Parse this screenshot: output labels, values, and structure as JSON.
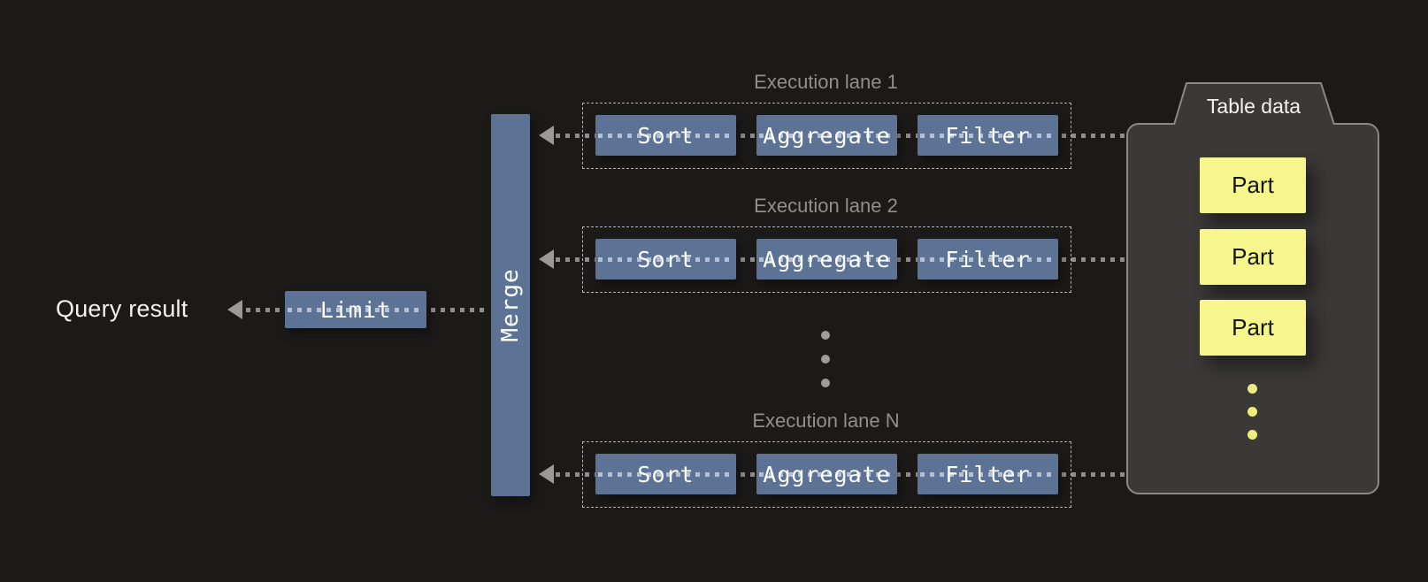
{
  "diagram": {
    "query_result_label": "Query result",
    "limit_label": "Limit",
    "merge_label": "Merge",
    "lanes": [
      {
        "label": "Execution lane 1",
        "ops": [
          "Sort",
          "Aggregate",
          "Filter"
        ]
      },
      {
        "label": "Execution lane 2",
        "ops": [
          "Sort",
          "Aggregate",
          "Filter"
        ]
      },
      {
        "label": "Execution lane N",
        "ops": [
          "Sort",
          "Aggregate",
          "Filter"
        ]
      }
    ],
    "table_data": {
      "label": "Table data",
      "parts": [
        "Part",
        "Part",
        "Part"
      ]
    },
    "colors": {
      "background": "#1b1a18",
      "operator_box": "#5c7395",
      "operator_text": "#ffffff",
      "lane_label": "#8f8f8f",
      "connector_gray": "#8e8e8e",
      "connector_on_box": "#b3c0d6",
      "arrowhead": "#9a9a9a",
      "table_container_fill": "#3a3937",
      "table_container_border": "#8a8984",
      "part_fill": "#f6f68c",
      "part_text": "#141414",
      "yellow_dot": "#eeee7f",
      "gray_dot": "#9d9d9d"
    }
  }
}
